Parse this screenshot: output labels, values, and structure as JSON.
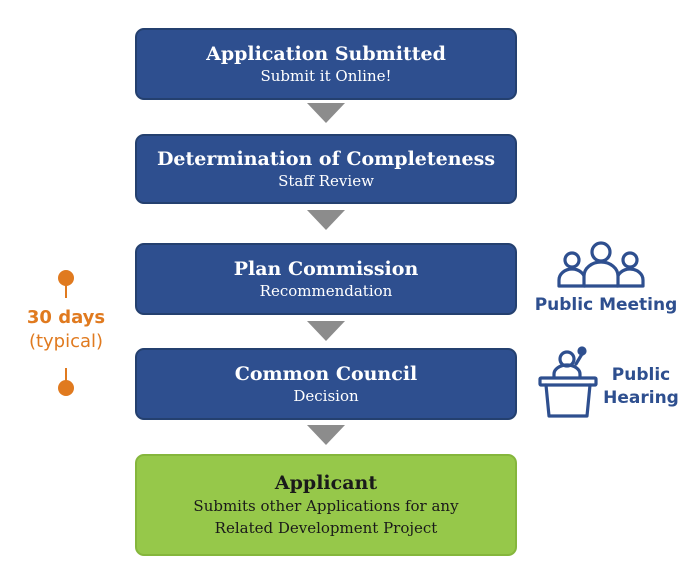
{
  "steps": [
    {
      "title": "Application Submitted",
      "subtitle": "Submit it Online!"
    },
    {
      "title": "Determination of Completeness",
      "subtitle": "Staff Review"
    },
    {
      "title": "Plan Commission",
      "subtitle": "Recommendation"
    },
    {
      "title": "Common Council",
      "subtitle": "Decision"
    },
    {
      "title": "Applicant",
      "subtitle_line1": "Submits other Applications for any",
      "subtitle_line2": "Related Development Project"
    }
  ],
  "side": {
    "public_meeting": "Public Meeting",
    "public_hearing_line1": "Public",
    "public_hearing_line2": "Hearing"
  },
  "timeline": {
    "duration": "30 days",
    "qualifier": "(typical)"
  },
  "colors": {
    "step_blue": "#2e4f8f",
    "step_green": "#96c84a",
    "arrow_gray": "#8c8c8c",
    "timeline_orange": "#e07a1f",
    "icon_blue": "#2e4f8f"
  },
  "icons": {
    "meeting": "people-group-icon",
    "hearing": "speaker-podium-icon",
    "timeline_dots": "timeline-dot-icon"
  }
}
